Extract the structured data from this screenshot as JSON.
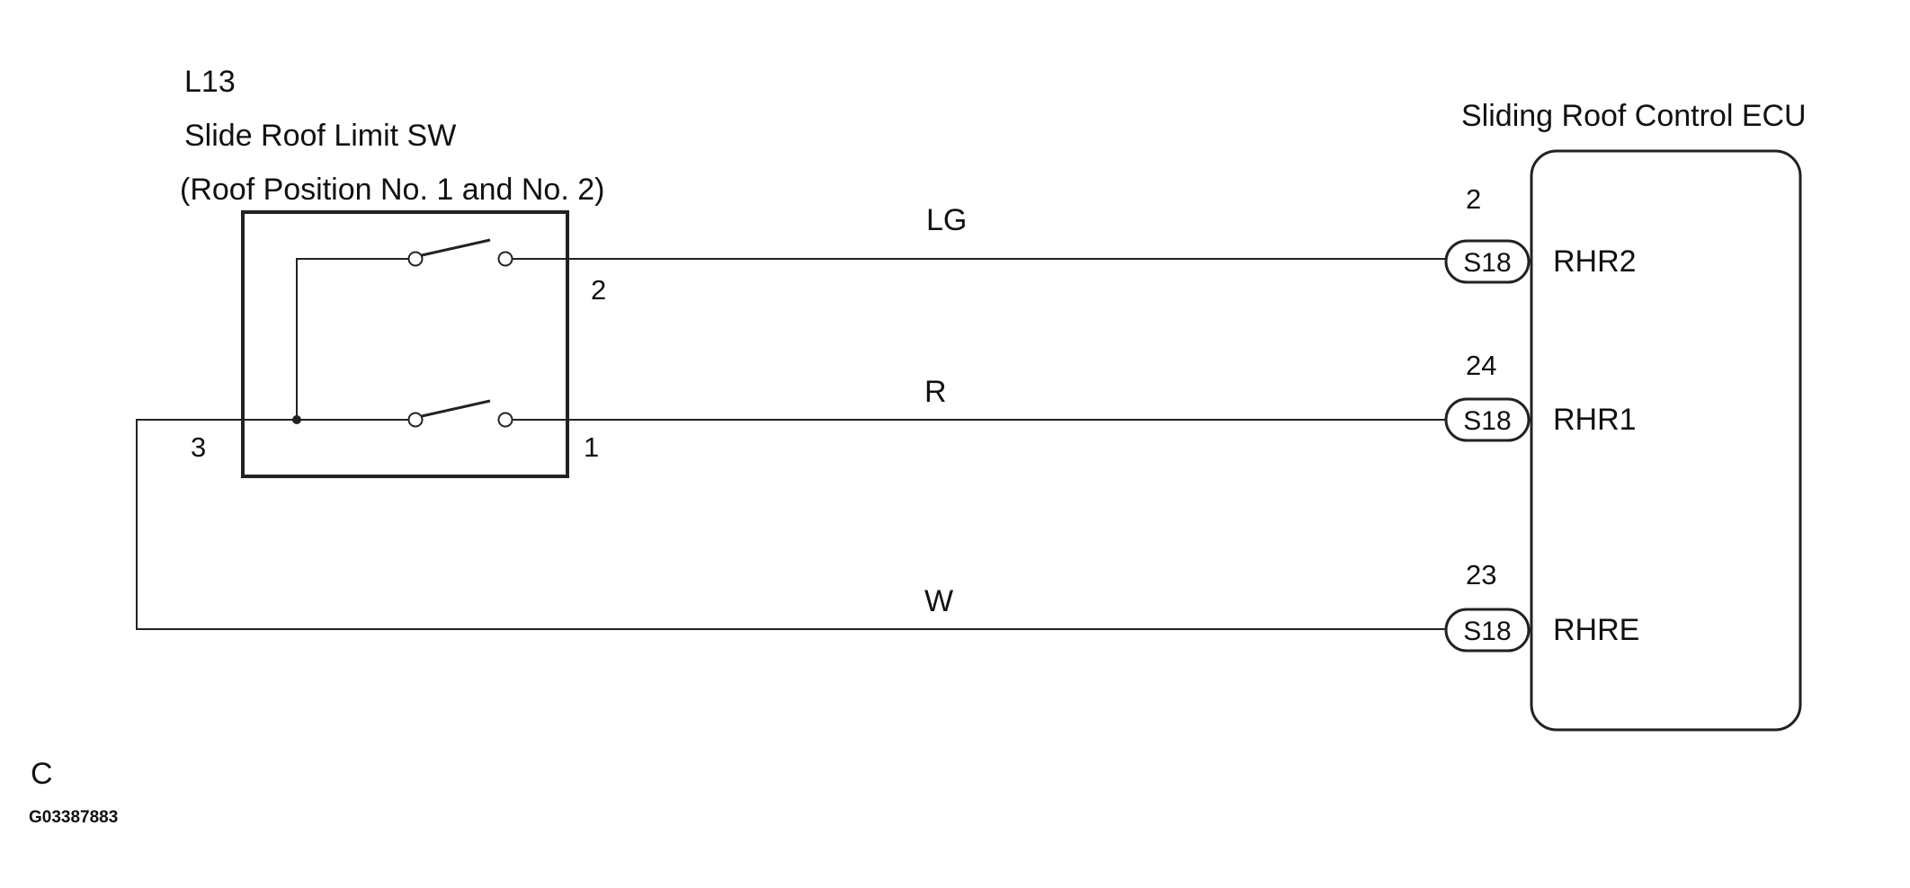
{
  "switch": {
    "code": "L13",
    "name": "Slide Roof Limit SW",
    "desc": "(Roof Position No. 1 and No. 2)",
    "pin_top": "2",
    "pin_mid": "1",
    "pin_left": "3"
  },
  "ecu": {
    "name": "Sliding Roof Control ECU",
    "terminals": [
      {
        "pin": "2",
        "connector": "S18",
        "signal": "RHR2",
        "wire_color": "LG"
      },
      {
        "pin": "24",
        "connector": "S18",
        "signal": "RHR1",
        "wire_color": "R"
      },
      {
        "pin": "23",
        "connector": "S18",
        "signal": "RHRE",
        "wire_color": "W"
      }
    ]
  },
  "footer": {
    "letter": "C",
    "ref": "G03387883"
  }
}
